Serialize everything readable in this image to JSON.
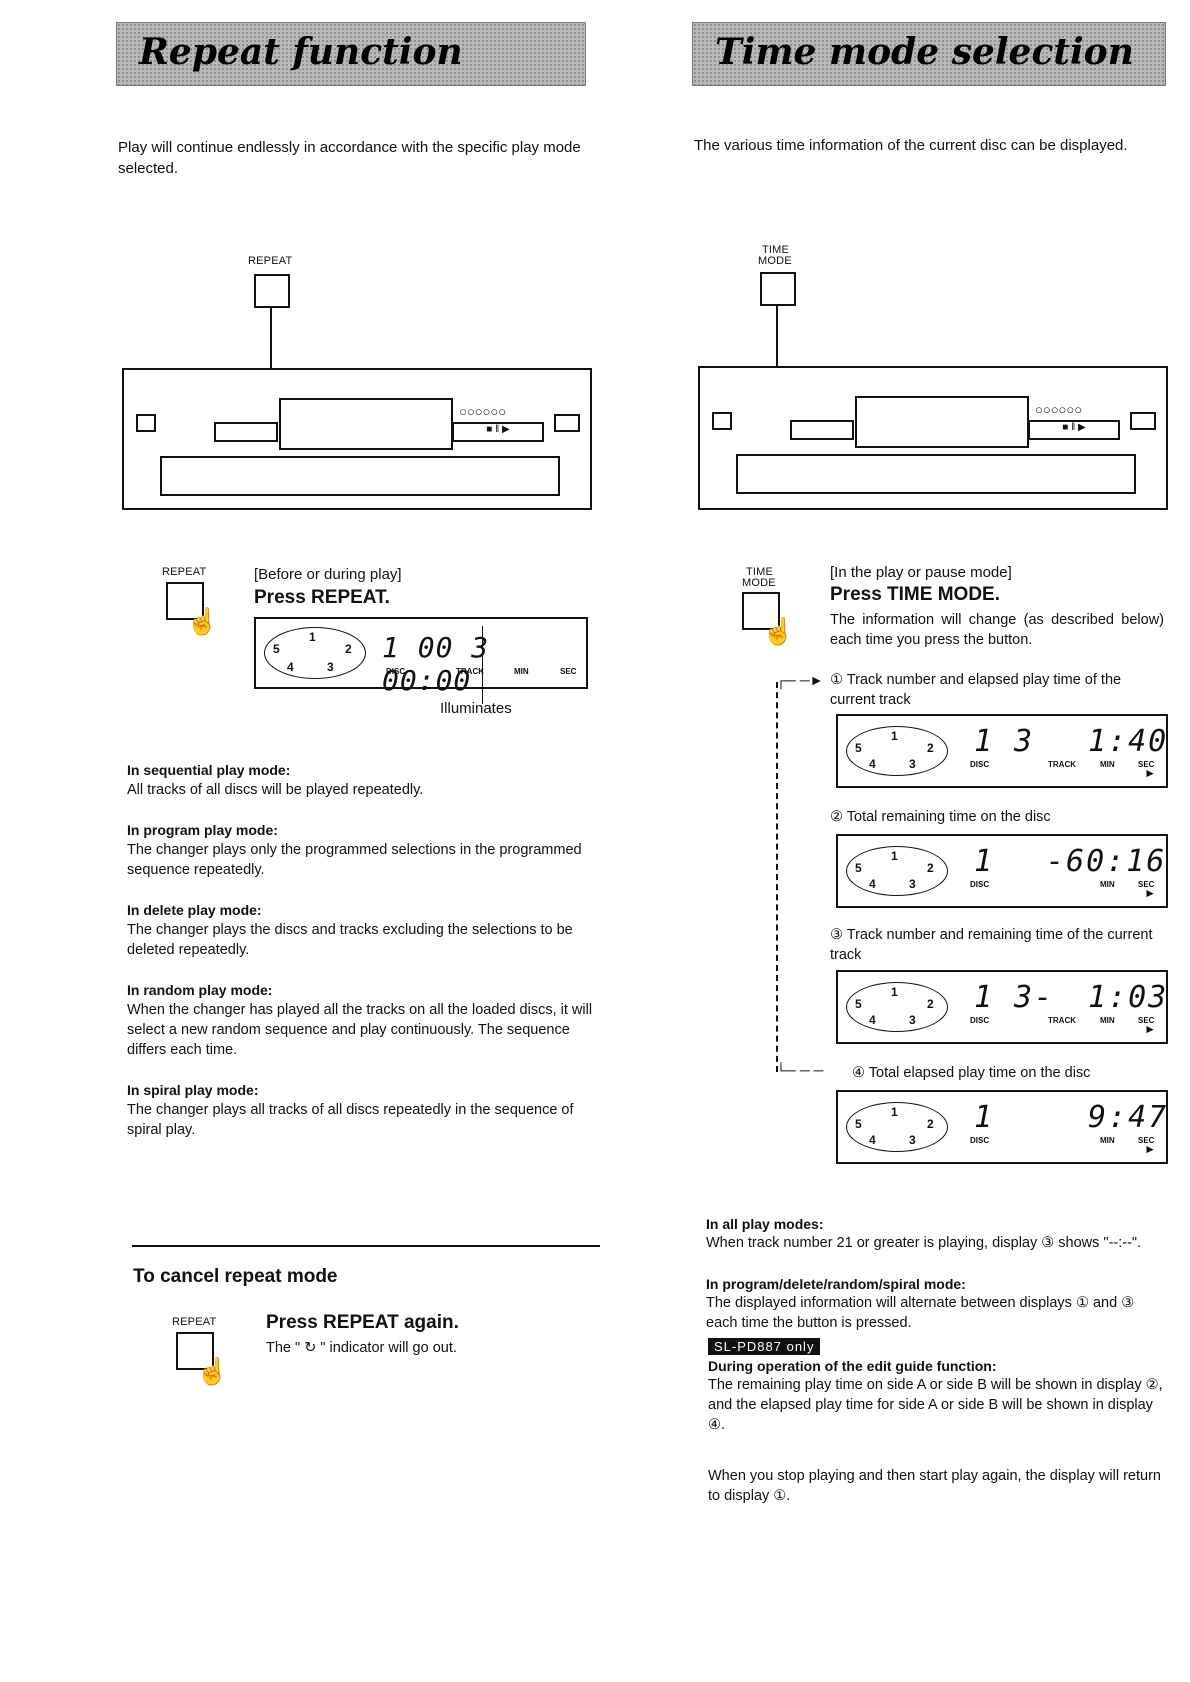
{
  "left": {
    "title": "Repeat function",
    "intro": "Play will continue endlessly in accordance with the specific play mode selected.",
    "button_label": "REPEAT",
    "step_label": "REPEAT",
    "step_condition": "[Before or during play]",
    "step_action": "Press REPEAT.",
    "display_digits": "1 00 3 00:00",
    "display_units": {
      "disc": "DISC",
      "track": "TRACK",
      "min": "MIN",
      "sec": "SEC"
    },
    "illuminates": "Illuminates",
    "modes": [
      {
        "heading": "In sequential play mode:",
        "text": "All tracks of all discs will be played repeatedly."
      },
      {
        "heading": "In program play mode:",
        "text": "The changer plays only the programmed selections in the programmed sequence repeatedly."
      },
      {
        "heading": "In delete play mode:",
        "text": "The changer plays the discs and tracks excluding the selections to be deleted repeatedly."
      },
      {
        "heading": "In random play mode:",
        "text": "When the changer has played all the tracks on all the loaded discs, it will select a new random sequence and play continuously. The sequence differs each time."
      },
      {
        "heading": "In spiral play mode:",
        "text": "The changer plays all tracks of all discs repeatedly in the sequence of spiral play."
      }
    ],
    "cancel_title": "To cancel repeat mode",
    "cancel_label": "REPEAT",
    "cancel_action": "Press REPEAT again.",
    "cancel_text": "The \" ↻ \" indicator will go out."
  },
  "right": {
    "title": "Time mode selection",
    "intro": "The various time information of the current disc can be displayed.",
    "button_label_1": "TIME",
    "button_label_2": "MODE",
    "step_condition": "[In the play or pause mode]",
    "step_action": "Press TIME MODE.",
    "step_text": "The information will change (as described below) each time you press the button.",
    "displays": [
      {
        "caption": "① Track number and elapsed play time of the current track",
        "disc": "1",
        "track": "3",
        "time": "1:40",
        "units": [
          "DISC",
          "TRACK",
          "MIN",
          "SEC"
        ]
      },
      {
        "caption": "② Total remaining time on the disc",
        "disc": "1",
        "track": "",
        "time": "-60:16",
        "units": [
          "DISC",
          "MIN",
          "SEC"
        ]
      },
      {
        "caption": "③ Track number and remaining time of the current track",
        "disc": "1",
        "track": "3-",
        "time": "1:03",
        "units": [
          "DISC",
          "TRACK",
          "MIN",
          "SEC"
        ]
      },
      {
        "caption": "④ Total elapsed play time on the disc",
        "disc": "1",
        "track": "",
        "time": "9:47",
        "units": [
          "DISC",
          "MIN",
          "SEC"
        ]
      }
    ],
    "notes": [
      {
        "heading": "In all play modes:",
        "text": "When track number 21 or greater is playing, display ③ shows \"--:--\"."
      },
      {
        "heading": "In program/delete/random/spiral mode:",
        "text": "The displayed information will alternate between displays ① and ③ each time the button is pressed."
      }
    ],
    "badge": "SL-PD887 only",
    "edit_heading": "During operation of the edit guide function:",
    "edit_text": "The remaining play time on side A or side B will be shown in display ②, and the elapsed play time for side A or side B will be shown in display ④.",
    "stop_text": "When you stop playing and then start play again, the display will return to display ①."
  },
  "disc_icons": [
    "5",
    "1",
    "2",
    "4",
    "3"
  ]
}
